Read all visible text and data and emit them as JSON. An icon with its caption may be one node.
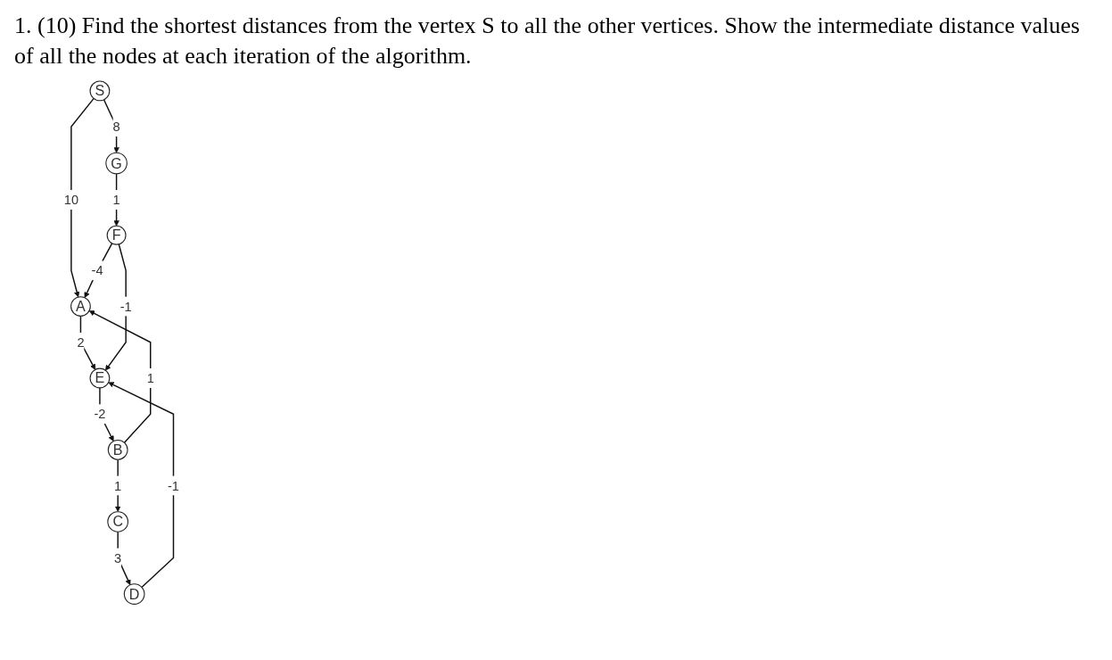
{
  "diagram": {
    "title": "1. (10) Find the shortest distances from the vertex S to all the other vertices. Show the intermediate distance values of all the nodes at each iteration of the algorithm.",
    "nodes": [
      {
        "text": [
          "S"
        ]
      },
      {
        "text": [
          "A"
        ]
      },
      {
        "text": [
          "G"
        ]
      },
      {
        "text": [
          "B"
        ]
      },
      {
        "text": [
          "F"
        ]
      },
      {
        "text": [
          "C"
        ]
      },
      {
        "text": [
          "E"
        ]
      },
      {
        "text": [
          "D"
        ]
      }
    ],
    "edges": [
      {
        "from": 0,
        "to": 1,
        "arrow": "to",
        "label": "10"
      },
      {
        "from": 0,
        "to": 2,
        "arrow": "to",
        "label": "8"
      },
      {
        "from": 2,
        "to": 4,
        "arrow": "to",
        "label": "1"
      },
      {
        "from": 4,
        "to": 1,
        "arrow": "to",
        "label": "-4"
      },
      {
        "from": 1,
        "to": 6,
        "arrow": "to",
        "label": "2"
      },
      {
        "from": 4,
        "to": 6,
        "arrow": "to",
        "label": "-1"
      },
      {
        "from": 6,
        "to": 3,
        "arrow": "to",
        "label": "-2"
      },
      {
        "from": 3,
        "to": 1,
        "arrow": "to",
        "label": "1"
      },
      {
        "from": 3,
        "to": 5,
        "arrow": "to",
        "label": "1"
      },
      {
        "from": 5,
        "to": 7,
        "arrow": "to",
        "label": "3"
      },
      {
        "from": 7,
        "to": 6,
        "arrow": "to",
        "label": "-1"
      }
    ]
  }
}
